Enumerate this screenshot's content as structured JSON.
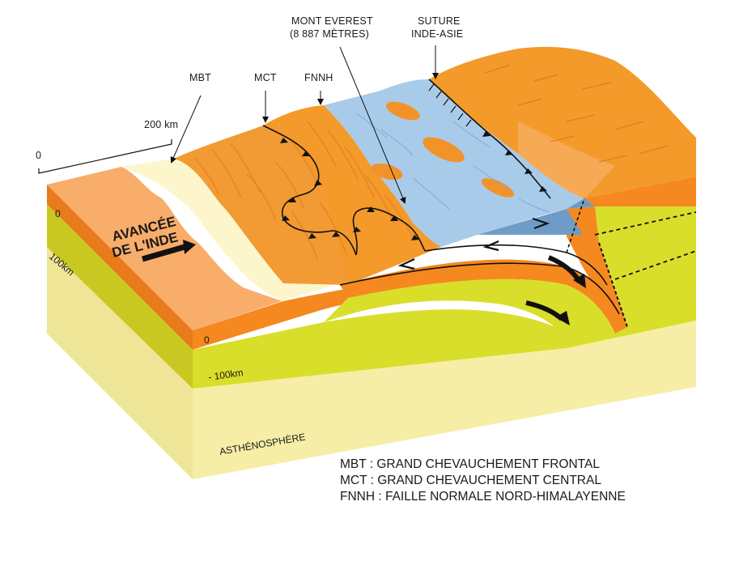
{
  "labels": {
    "mbt": "MBT",
    "mct": "MCT",
    "fnnh": "FNNH",
    "everest_line1": "MONT EVEREST",
    "everest_line2": "(8 887 MÈTRES)",
    "suture_line1": "SUTURE",
    "suture_line2": "INDE-ASIE",
    "scale_zero": "0",
    "scale_200": "200 km",
    "depth_0_left": "0",
    "depth_100_left": "100km",
    "depth_0_front": "0",
    "depth_100_front": "- 100km",
    "asthenosphere": "ASTHÉNOSPHÈRE",
    "advance_line1": "AVANCÉE",
    "advance_line2": "DE L'INDE"
  },
  "legend": [
    "MBT : GRAND CHEVAUCHEMENT FRONTAL",
    "MCT : GRAND CHEVAUCHEMENT CENTRAL",
    "FNNH : FAILLE NORMALE NORD-HIMALAYENNE"
  ],
  "colors": {
    "asthenosphere": "#f6eea6",
    "asthenosphere_side": "#e9dc7e",
    "lithosphere": "#d9de2a",
    "lithosphere_side": "#c4c41e",
    "crust": "#f5881f",
    "crust_side": "#e4761a",
    "india_surface": "#f8ad6a",
    "foreland": "#fdf6cc",
    "himalaya": "#f39a2a",
    "tibet": "#a9cbea",
    "arrow": "#111111"
  }
}
